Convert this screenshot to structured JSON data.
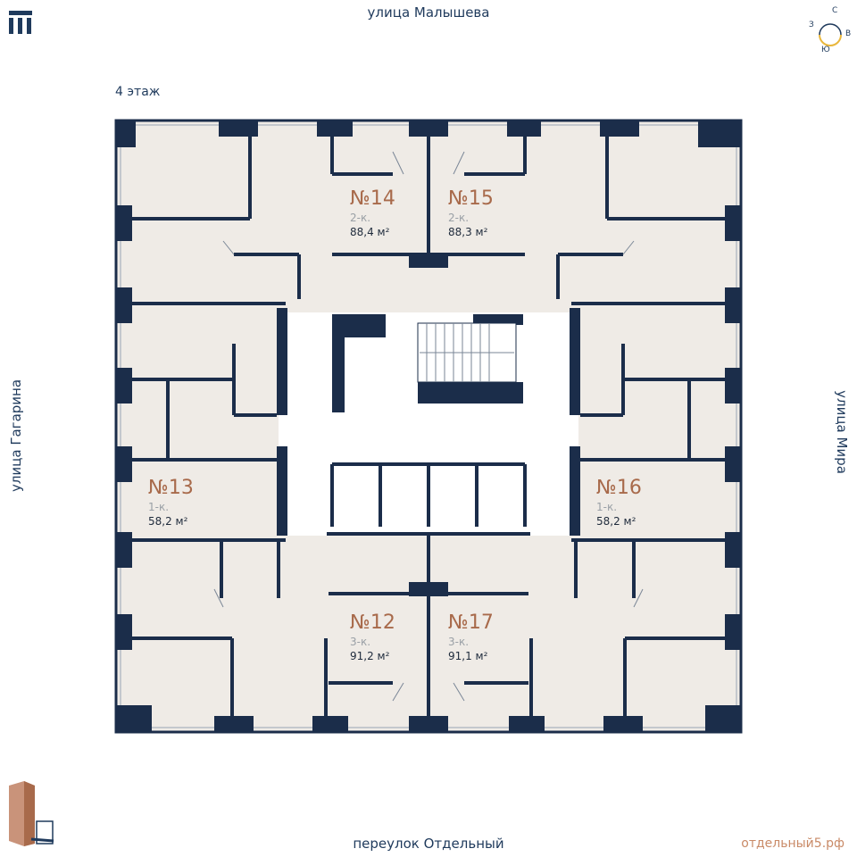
{
  "header": {
    "street_top": "улица Малышева",
    "street_bottom": "переулок Отдельный",
    "street_left": "улица Гагарина",
    "street_right": "улица Мира",
    "floor": "4 этаж",
    "site": "отдельный5.рф"
  },
  "compass": {
    "n": "С",
    "w": "З",
    "e": "В",
    "s": "Ю",
    "accent": "#e9b73c"
  },
  "colors": {
    "wall": "#1b2d4a",
    "room": "#efebe6",
    "accent": "#a86a4b"
  },
  "apartments": [
    {
      "num": "№14",
      "rooms": "2-к.",
      "area": "88,4 м²"
    },
    {
      "num": "№15",
      "rooms": "2-к.",
      "area": "88,3 м²"
    },
    {
      "num": "№13",
      "rooms": "1-к.",
      "area": "58,2 м²"
    },
    {
      "num": "№16",
      "rooms": "1-к.",
      "area": "58,2 м²"
    },
    {
      "num": "№12",
      "rooms": "3-к.",
      "area": "91,2 м²"
    },
    {
      "num": "№17",
      "rooms": "3-к.",
      "area": "91,1 м²"
    }
  ]
}
